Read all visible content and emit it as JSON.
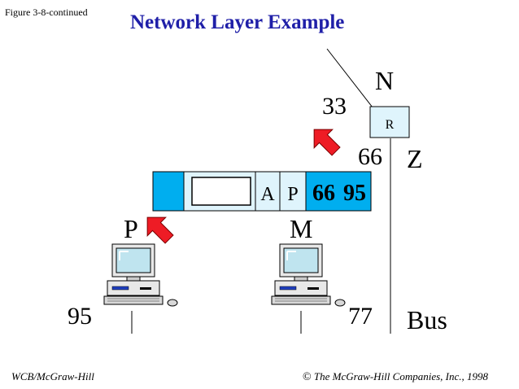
{
  "figure_label": "Figure 3-8-continued",
  "title": "Network Layer Example",
  "footer_left": "WCB/McGraw-Hill",
  "footer_copyright_symbol": "©",
  "footer_right": "The McGraw-Hill Companies, Inc., 1998",
  "labels": {
    "N": "N",
    "R": "R",
    "Z": "Z",
    "P": "P",
    "M": "M",
    "bus": "Bus",
    "addr_33": "33",
    "addr_66": "66",
    "addr_95": "95",
    "addr_77": "77"
  },
  "packet": {
    "dest_data": "A",
    "src_data": "P",
    "src_addr": "66",
    "dest_addr": "95"
  },
  "colors": {
    "title": "#1f1fa8",
    "packet_fill": "#00aeef",
    "pale_fill": "#dff4fc",
    "arrow": "#ee1c25",
    "monitor": "#bfe4ef"
  }
}
